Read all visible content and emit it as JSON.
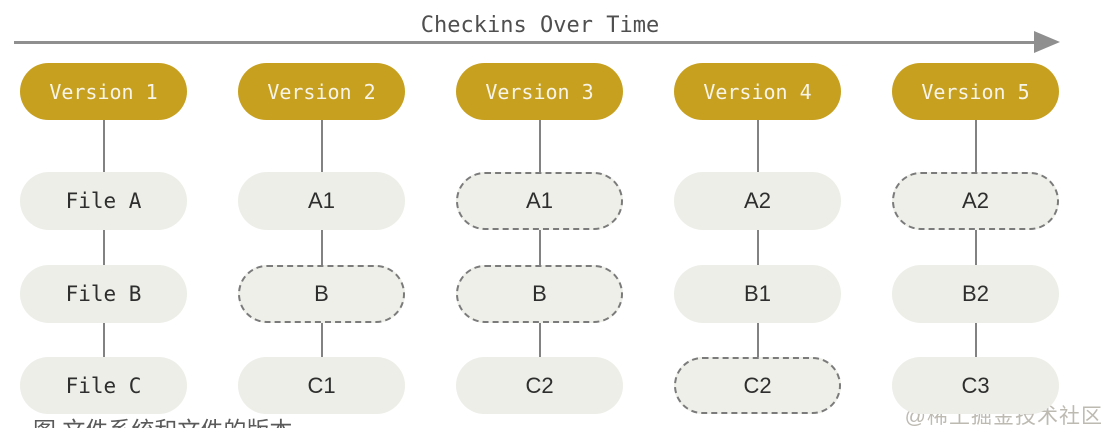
{
  "title": "Checkins Over Time",
  "colors": {
    "version_pill": "#C7A01F",
    "version_text": "#F7F4E8",
    "file_pill": "#ECEEE7",
    "file_text": "#2E2E2E",
    "dashed_border": "#7B7B7B",
    "connector_line": "#828282",
    "arrow": "#8F8F8F",
    "title_text": "#4F4F4F",
    "watermark_text": "#BDBAB2"
  },
  "columns": [
    {
      "version": "Version 1",
      "files": [
        {
          "label": "File A",
          "variant": "solid"
        },
        {
          "label": "File B",
          "variant": "solid"
        },
        {
          "label": "File C",
          "variant": "solid"
        }
      ]
    },
    {
      "version": "Version 2",
      "files": [
        {
          "label": "A1",
          "variant": "solid"
        },
        {
          "label": "B",
          "variant": "dashed"
        },
        {
          "label": "C1",
          "variant": "solid"
        }
      ]
    },
    {
      "version": "Version 3",
      "files": [
        {
          "label": "A1",
          "variant": "dashed"
        },
        {
          "label": "B",
          "variant": "dashed"
        },
        {
          "label": "C2",
          "variant": "solid"
        }
      ]
    },
    {
      "version": "Version 4",
      "files": [
        {
          "label": "A2",
          "variant": "solid"
        },
        {
          "label": "B1",
          "variant": "solid"
        },
        {
          "label": "C2",
          "variant": "dashed"
        }
      ]
    },
    {
      "version": "Version 5",
      "files": [
        {
          "label": "A2",
          "variant": "dashed"
        },
        {
          "label": "B2",
          "variant": "solid"
        },
        {
          "label": "C3",
          "variant": "solid"
        }
      ]
    }
  ],
  "caption_fragment": "图 文件系统和文件的版本",
  "watermark": "@稀土掘金技术社区"
}
